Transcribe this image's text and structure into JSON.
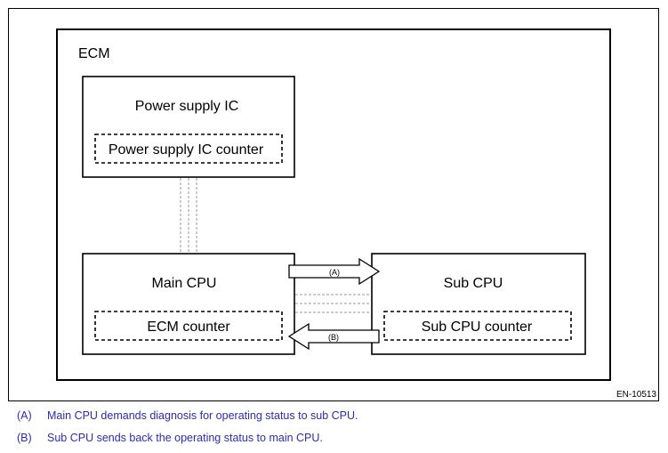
{
  "figure_id": "EN-10513",
  "ecm": {
    "label": "ECM"
  },
  "power_supply_ic": {
    "label": "Power supply IC",
    "counter_label": "Power supply IC counter"
  },
  "main_cpu": {
    "label": "Main CPU",
    "counter_label": "ECM counter"
  },
  "sub_cpu": {
    "label": "Sub CPU",
    "counter_label": "Sub CPU counter"
  },
  "arrows": {
    "a": {
      "label": "(A)"
    },
    "b": {
      "label": "(B)"
    }
  },
  "legend": [
    {
      "key": "(A)",
      "text": "Main CPU demands diagnosis for operating status to sub CPU."
    },
    {
      "key": "(B)",
      "text": "Sub CPU sends back the operating status to main CPU."
    }
  ],
  "colors": {
    "line": "#000000",
    "dashed_link": "#9a9a9a",
    "legend_text": "#2b2bb8"
  }
}
